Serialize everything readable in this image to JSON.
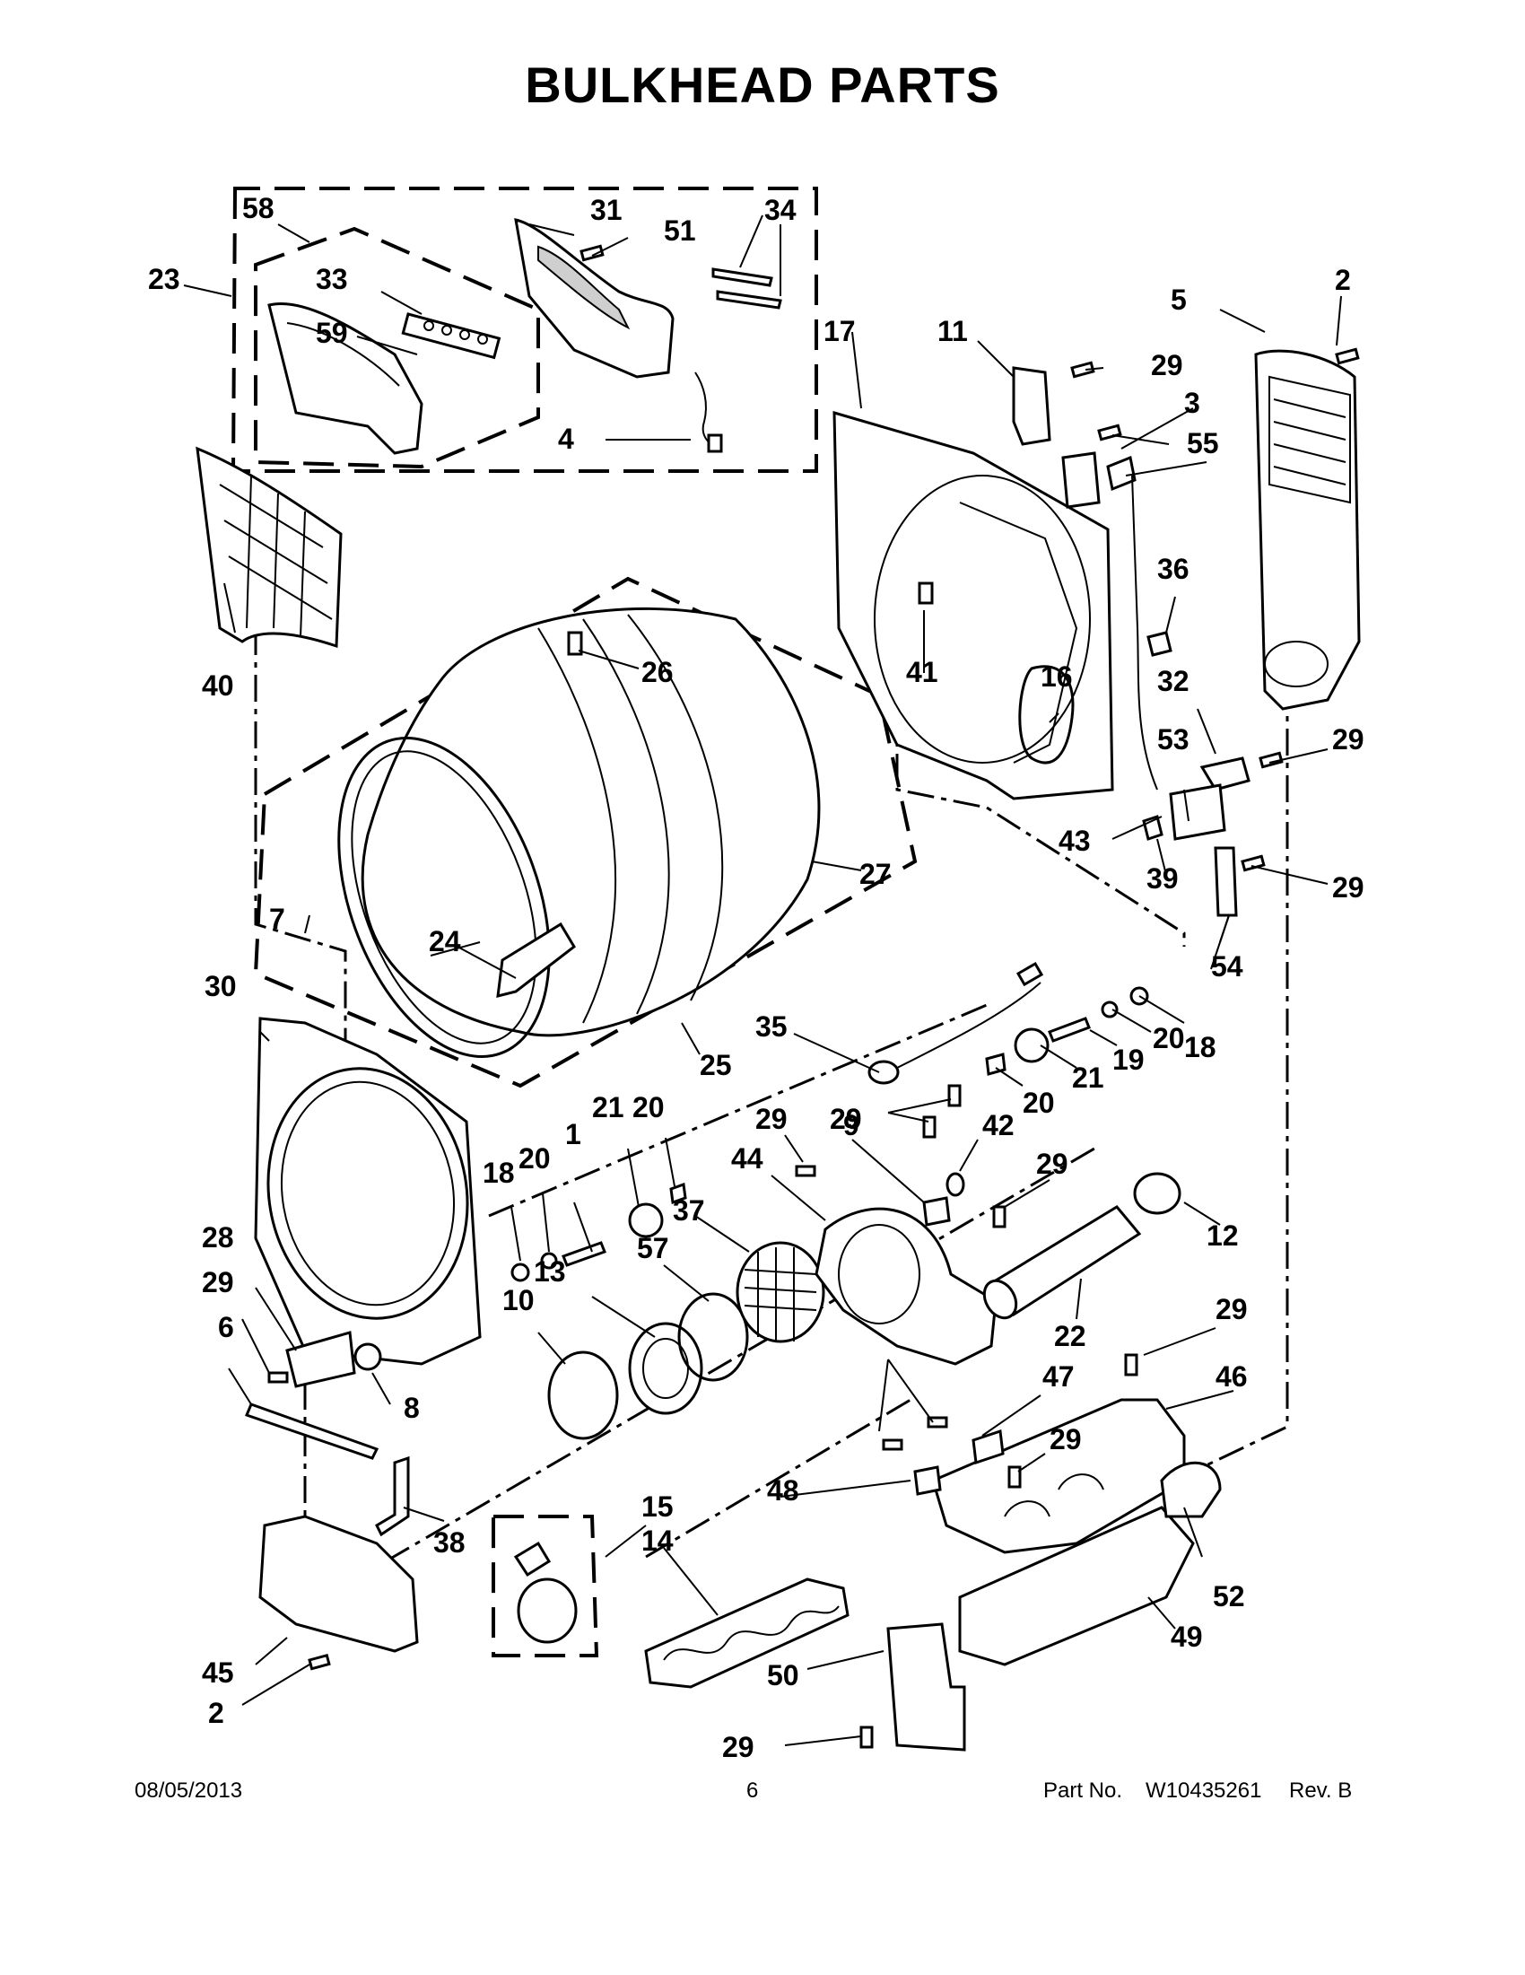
{
  "page": {
    "title": "BULKHEAD PARTS",
    "footer": {
      "date": "08/05/2013",
      "page_number": "6",
      "part_label": "Part No.",
      "part_number": "W10435261",
      "revision": "Rev. B"
    }
  },
  "callouts": [
    "58",
    "31",
    "51",
    "34",
    "23",
    "33",
    "59",
    "4",
    "17",
    "11",
    "29",
    "2",
    "5",
    "3",
    "55",
    "40",
    "26",
    "41",
    "36",
    "16",
    "32",
    "53",
    "29",
    "43",
    "39",
    "29",
    "27",
    "7",
    "24",
    "30",
    "25",
    "35",
    "54",
    "18",
    "20",
    "19",
    "21",
    "20",
    "29",
    "29",
    "9",
    "42",
    "1",
    "21",
    "20",
    "44",
    "29",
    "18",
    "20",
    "37",
    "57",
    "28",
    "13",
    "10",
    "12",
    "22",
    "29",
    "6",
    "8",
    "29",
    "46",
    "47",
    "29",
    "48",
    "15",
    "14",
    "38",
    "52",
    "45",
    "49",
    "50",
    "2",
    "29"
  ]
}
